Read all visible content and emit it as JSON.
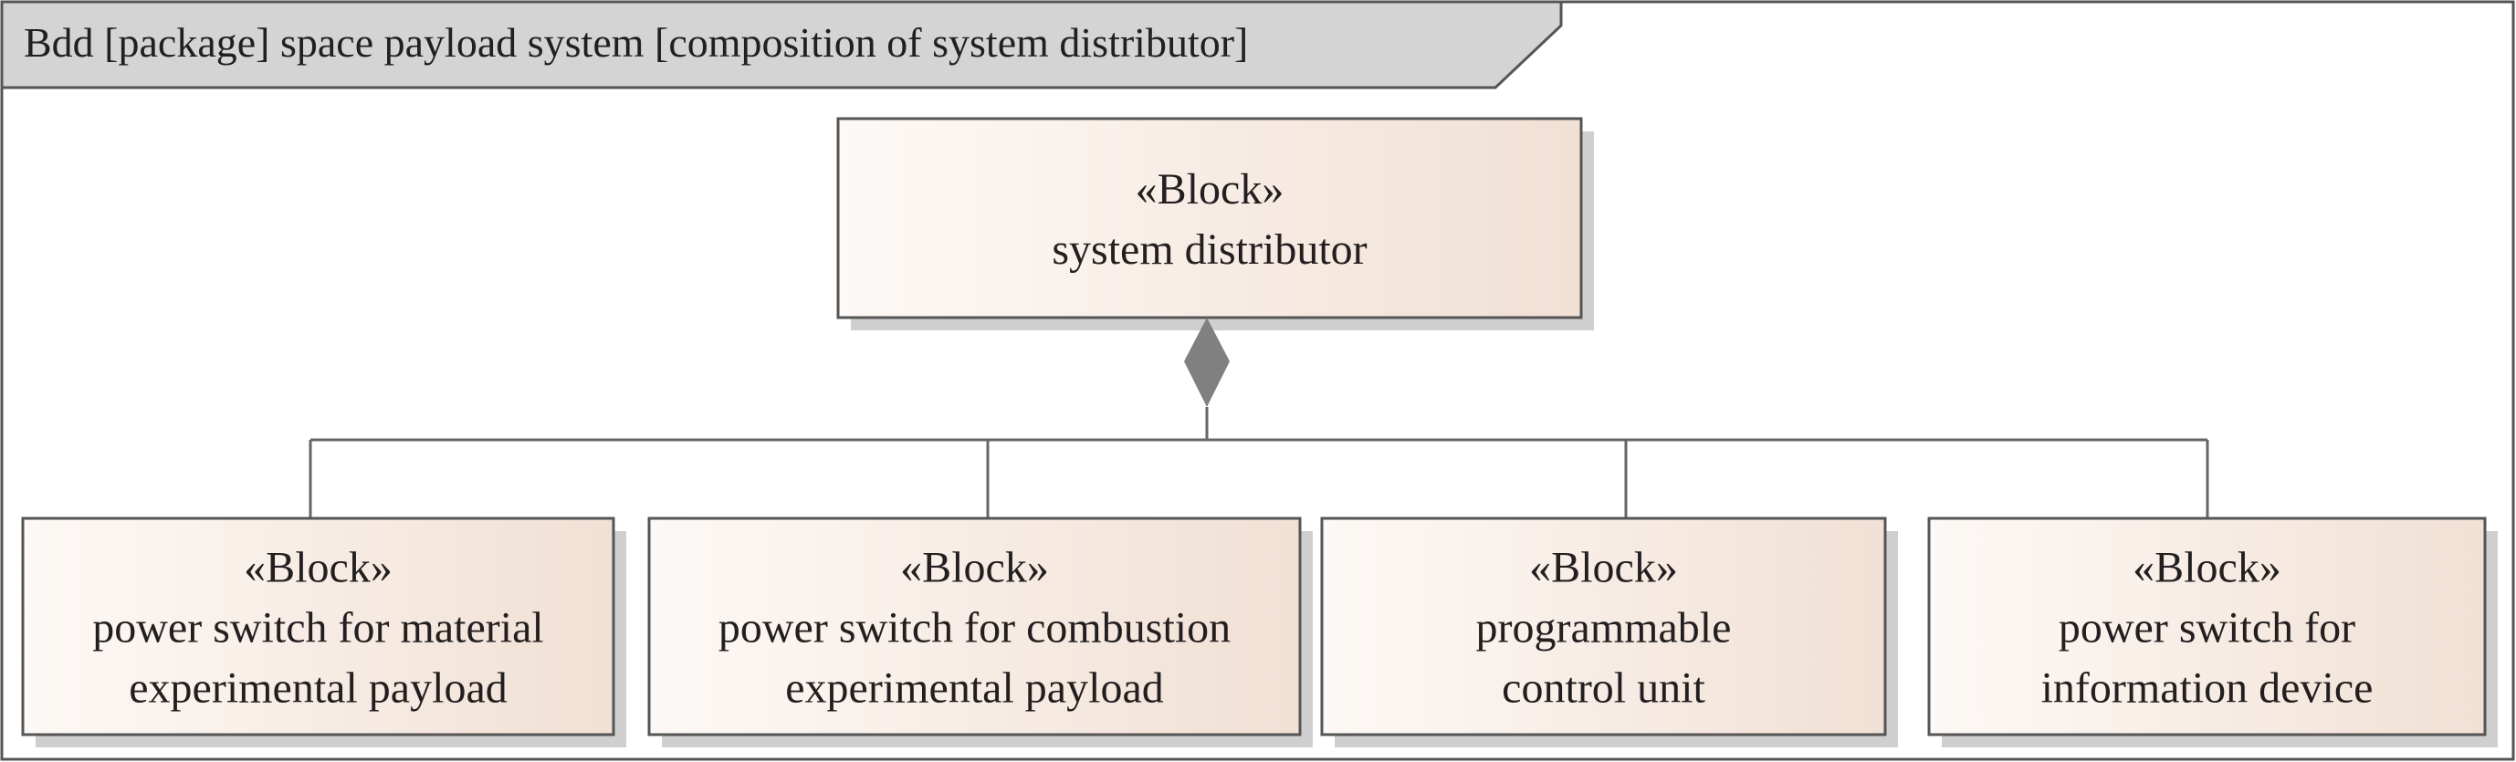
{
  "frame": {
    "title": "Bdd [package] space payload system [composition of system distributor]"
  },
  "colors": {
    "frame_tab": "#d4d4d4",
    "frame_border": "#555555",
    "block_fill_left": "#fdf9f6",
    "block_fill_right": "#f1e0d4",
    "block_border": "#555555",
    "shadow": "#cfcfcf",
    "composition_diamond": "#808080",
    "connector": "#666666"
  },
  "parent": {
    "stereotype": "«Block»",
    "name_lines": [
      "system distributor"
    ]
  },
  "children": [
    {
      "stereotype": "«Block»",
      "name_lines": [
        "power switch for material",
        "experimental payload"
      ]
    },
    {
      "stereotype": "«Block»",
      "name_lines": [
        "power switch for combustion",
        "experimental payload"
      ]
    },
    {
      "stereotype": "«Block»",
      "name_lines": [
        "programmable",
        "control unit"
      ]
    },
    {
      "stereotype": "«Block»",
      "name_lines": [
        "power switch for",
        "information device"
      ]
    }
  ],
  "relationship": {
    "type": "composition",
    "icon": "filled-diamond-icon"
  }
}
